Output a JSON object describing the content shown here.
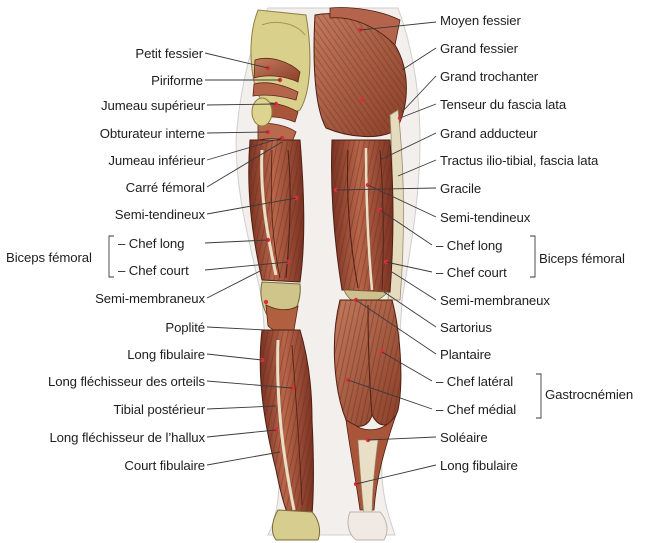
{
  "left_labels": [
    "Petit fessier",
    "Piriforme",
    "Jumeau supérieur",
    "Obturateur interne",
    "Jumeau inférieur",
    "Carré fémoral",
    "Semi-tendineux",
    "– Chef long",
    "– Chef court",
    "Semi-membraneux",
    "Poplité",
    "Long fibulaire",
    "Long fléchisseur des orteils",
    "Tibial postérieur",
    "Long fléchisseur de l’hallux",
    "Court fibulaire"
  ],
  "left_group": "Biceps fémoral",
  "right_labels": [
    "Moyen fessier",
    "Grand fessier",
    "Grand trochanter",
    "Tenseur du fascia lata",
    "Grand adducteur",
    "Tractus ilio-tibial, fascia lata",
    "Gracile",
    "Semi-tendineux",
    "– Chef long",
    "– Chef court",
    "Semi-membraneux",
    "Sartorius",
    "Plantaire",
    "– Chef latéral",
    "– Chef médial",
    "Soléaire",
    "Long fibulaire"
  ],
  "right_group_1": "Biceps fémoral",
  "right_group_2": "Gastrocnémien",
  "colors": {
    "muscle": "#a8553a",
    "muscle_dark": "#6e2e1f",
    "tendon": "#e6dcc0",
    "bone": "#d8cf86",
    "skin_outline": "#c9c9c9",
    "leader": "#3a3a3a",
    "point": "#d9303a"
  }
}
